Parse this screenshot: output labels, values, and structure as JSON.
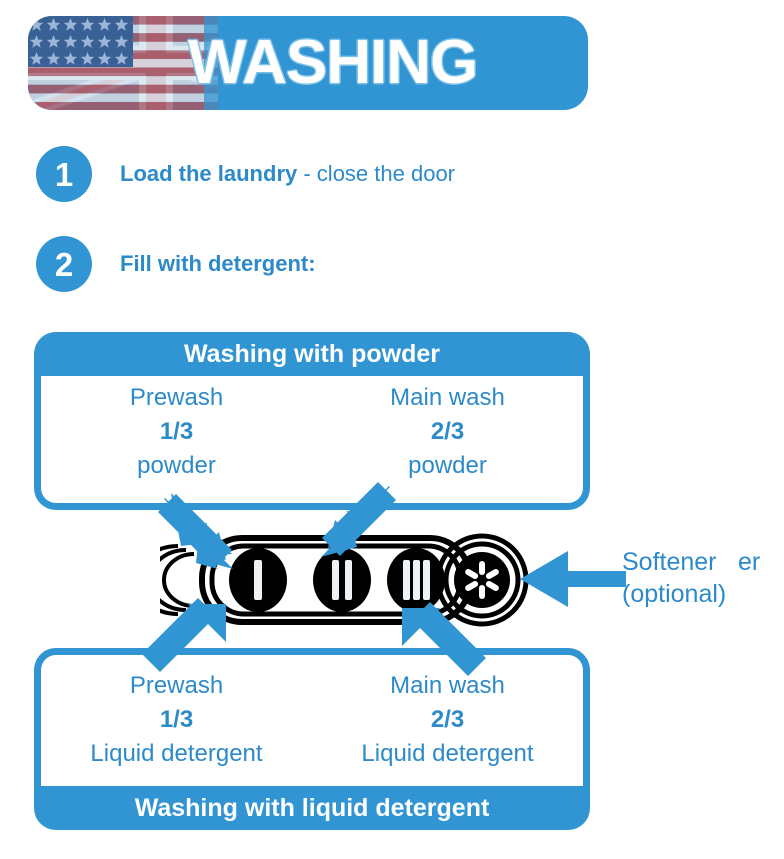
{
  "header": {
    "title": "WASHING",
    "flag_icon": "us-uk-flag-icon",
    "background_color": "#3194d3"
  },
  "theme": {
    "accent_blue": "#3194d3",
    "text_blue": "#2d8ac9",
    "white": "#ffffff",
    "black": "#000000"
  },
  "steps": [
    {
      "number": "1",
      "text_strong": "Load the laundry",
      "text_light": " - close the door"
    },
    {
      "number": "2",
      "text_strong": "Fill with detergent:",
      "text_light": ""
    }
  ],
  "powder_box": {
    "title": "Washing with powder",
    "columns": [
      {
        "name": "Prewash",
        "amount": "1/3",
        "substance": "powder"
      },
      {
        "name": "Main wash",
        "amount": "2/3",
        "substance": "powder"
      }
    ]
  },
  "liquid_box": {
    "title": "Washing with liquid detergent",
    "columns": [
      {
        "name": "Prewash",
        "amount": "1/3",
        "substance": "Liquid detergent"
      },
      {
        "name": "Main wash",
        "amount": "2/3",
        "substance": "Liquid detergent"
      }
    ]
  },
  "drawer": {
    "compartments": [
      {
        "symbol": "I",
        "name": "prewash-compartment"
      },
      {
        "symbol": "II",
        "name": "main-wash-compartment"
      },
      {
        "symbol": "III",
        "name": "third-compartment"
      },
      {
        "symbol": "*",
        "name": "softener-compartment"
      }
    ]
  },
  "softener_callout": {
    "label": "Softener",
    "label_overflow": "er",
    "optional": "(optional)"
  }
}
